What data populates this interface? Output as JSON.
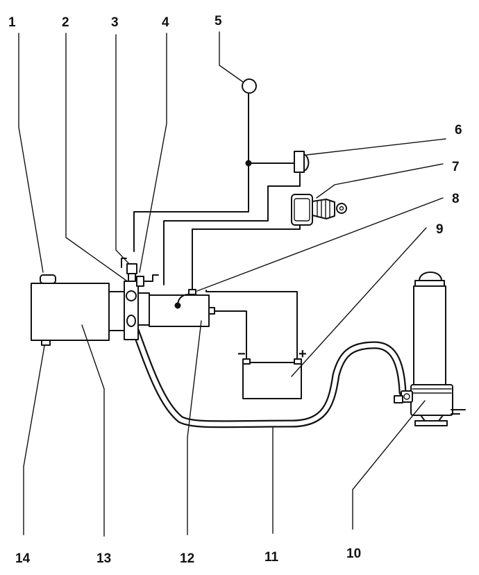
{
  "diagram": {
    "callouts": [
      {
        "number": "1"
      },
      {
        "number": "2"
      },
      {
        "number": "3"
      },
      {
        "number": "4"
      },
      {
        "number": "5"
      },
      {
        "number": "6"
      },
      {
        "number": "7"
      },
      {
        "number": "8"
      },
      {
        "number": "9"
      },
      {
        "number": "10"
      },
      {
        "number": "11"
      },
      {
        "number": "12"
      },
      {
        "number": "13"
      },
      {
        "number": "14"
      }
    ],
    "battery": {
      "negative_sign": "−",
      "positive_sign": "+"
    }
  }
}
